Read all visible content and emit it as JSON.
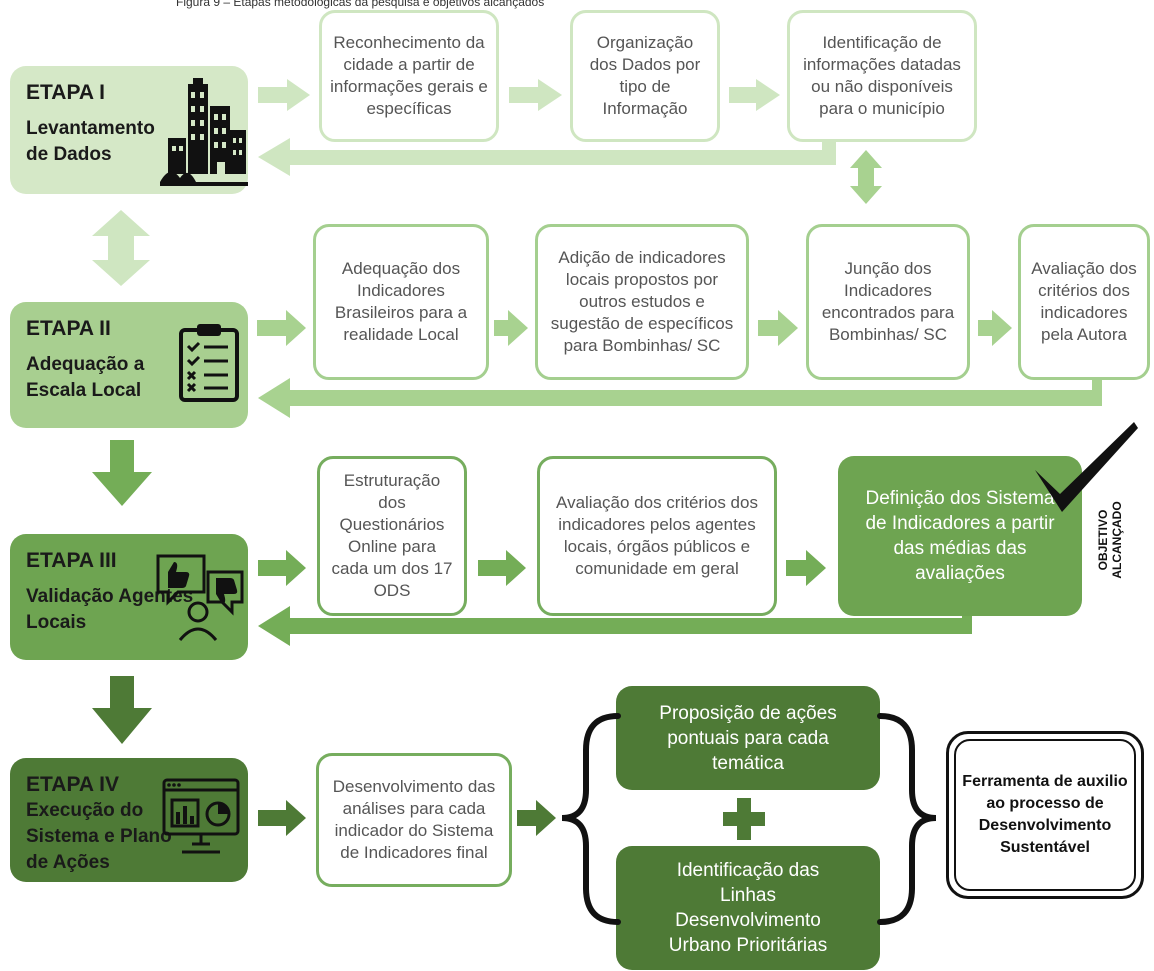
{
  "caption": "Figura 9 – Etapas metodológicas da pesquisa e objetivos alcançados",
  "stages": [
    {
      "title": "ETAPA I",
      "name": "Levantamento de Dados",
      "icon": "city-buildings-icon"
    },
    {
      "title": "ETAPA II",
      "name": "Adequação a Escala Local",
      "icon": "clipboard-checklist-icon"
    },
    {
      "title": "ETAPA III",
      "name": "Validação Agentes Locais",
      "icon": "feedback-thumbs-icon"
    },
    {
      "title": "ETAPA IV",
      "name": "Execução do Sistema e Plano de Ações",
      "icon": "dashboard-monitor-icon"
    }
  ],
  "row1": [
    "Reconhecimento da cidade a partir de informações gerais e específicas",
    "Organização dos Dados por tipo de Informação",
    "Identificação de informações datadas ou não disponíveis para o município"
  ],
  "row2": [
    "Adequação dos Indicadores Brasileiros para a realidade Local",
    "Adição de indicadores locais propostos por outros estudos e sugestão de específicos para Bombinhas/ SC",
    "Junção dos Indicadores encontrados para Bombinhas/ SC",
    "Avaliação dos critérios dos indicadores pela Autora"
  ],
  "row3": [
    "Estruturação dos Questionários Online para cada um dos 17 ODS",
    "Avaliação dos critérios dos indicadores pelos agentes locais, órgãos públicos e comunidade em geral",
    "Definição dos Sistema de Indicadores a partir das médias das avaliações"
  ],
  "objective": {
    "line1": "OBJETIVO",
    "line2": "ALCANÇADO",
    "icon": "checkmark-icon"
  },
  "row4": {
    "analysis": "Desenvolvimento das análises para cada indicador do Sistema de Indicadores final",
    "actions": "Proposição de ações pontuais para cada temática",
    "lines": "Identificação das Linhas Desenvolvimento Urbano Prioritárias",
    "result": "Ferramenta de auxilio ao processo de Desenvolvimento Sustentável"
  },
  "colors": {
    "stage1": "#d5e8c7",
    "stage2": "#a8cf90",
    "stage3": "#6ea451",
    "stage4": "#4e7a36",
    "arrow1": "#cfe6c1",
    "arrow2": "#a8d290",
    "arrow3": "#74ad57",
    "arrow4": "#4e7a36"
  }
}
